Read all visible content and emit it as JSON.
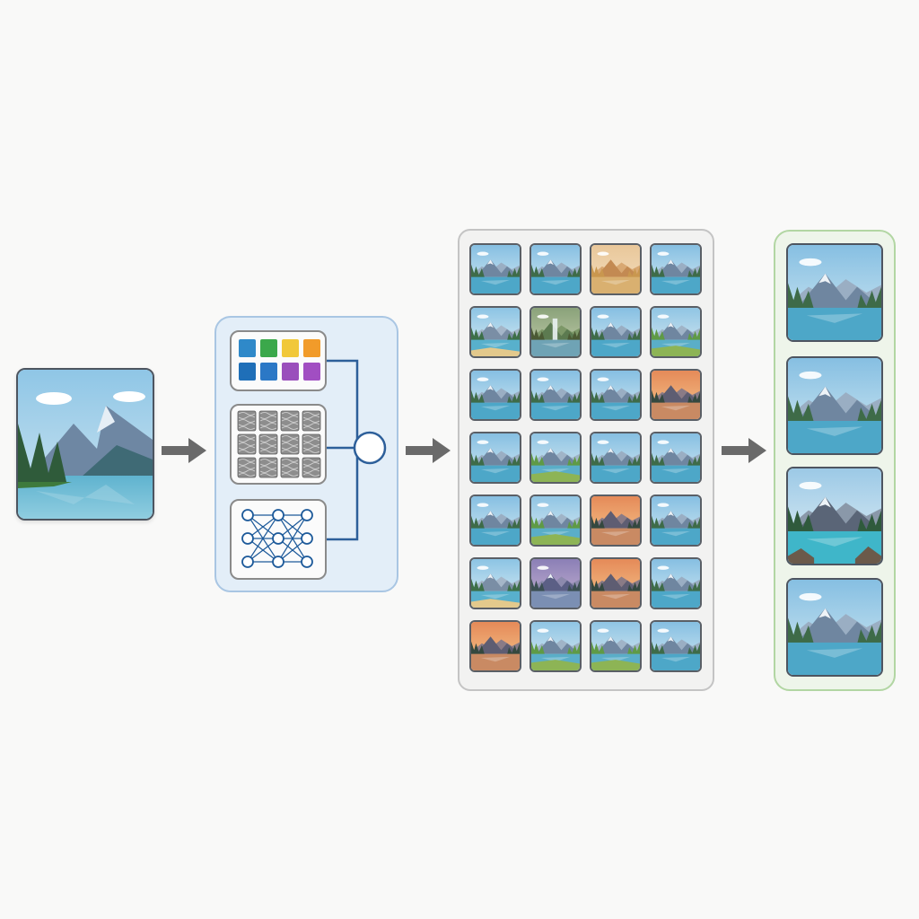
{
  "diagram": {
    "icons": {
      "query": "mountain-lake-icon",
      "color_features": "color-swatch-icon",
      "texture_features": "texture-grid-icon",
      "network_features": "neural-network-icon",
      "fusion": "fusion-node-icon",
      "arrow": "arrow-right-icon"
    },
    "colors": {
      "feature_panel_fill": "#e3eef8",
      "feature_panel_border": "#a9c6e3",
      "grid_panel_border": "#c4c4c4",
      "result_panel_fill": "#eef5ea",
      "result_panel_border": "#b2d6a3",
      "connector": "#2d5f9a",
      "arrow": "#6a6a6a"
    },
    "swatches": [
      "#2f89c9",
      "#3ba84b",
      "#f1c83a",
      "#f19b2a",
      "#1f6fb8",
      "#2b78c6",
      "#9a4fbc",
      "#a14ec2"
    ],
    "candidate_scenes": [
      "lake",
      "lake",
      "desert",
      "lake",
      "beach",
      "waterfall",
      "lake",
      "meadow",
      "lake",
      "lake",
      "lake",
      "sunset",
      "lake",
      "meadow",
      "lake",
      "lake",
      "lake",
      "meadow",
      "sunset",
      "lake",
      "beach",
      "dusk",
      "sunset",
      "lake",
      "sunset",
      "meadow",
      "meadow",
      "lake"
    ],
    "retrieved_scenes": [
      "lake",
      "lake",
      "alpine",
      "lake"
    ]
  }
}
